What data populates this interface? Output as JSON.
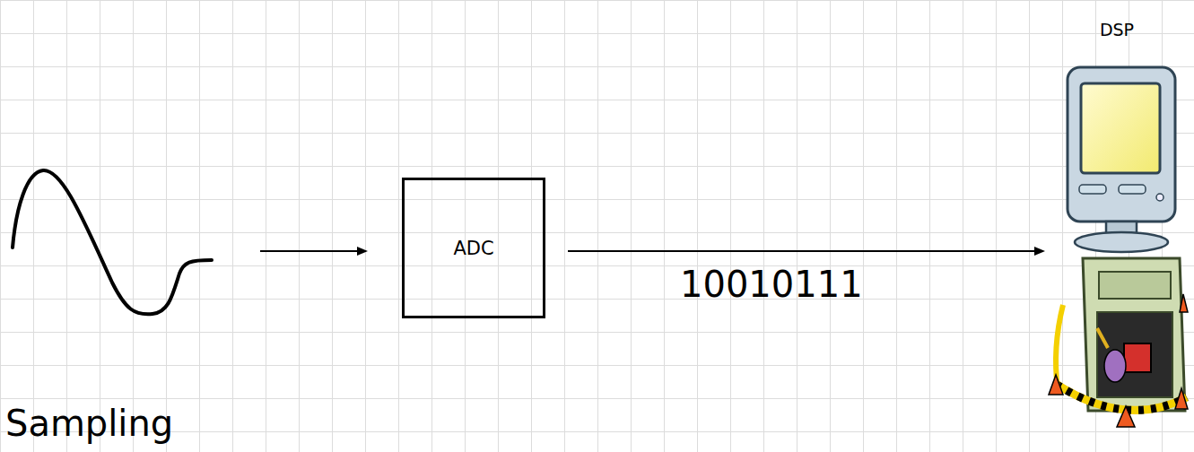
{
  "diagram": {
    "nodes": [
      {
        "text": [
          "ADC"
        ]
      },
      {
        "text": [
          "DSP"
        ]
      }
    ],
    "edges": [
      {
        "from": 0,
        "to": 1,
        "arrow": "to",
        "label": "10010111"
      }
    ],
    "labels": [
      "Sampling"
    ]
  }
}
